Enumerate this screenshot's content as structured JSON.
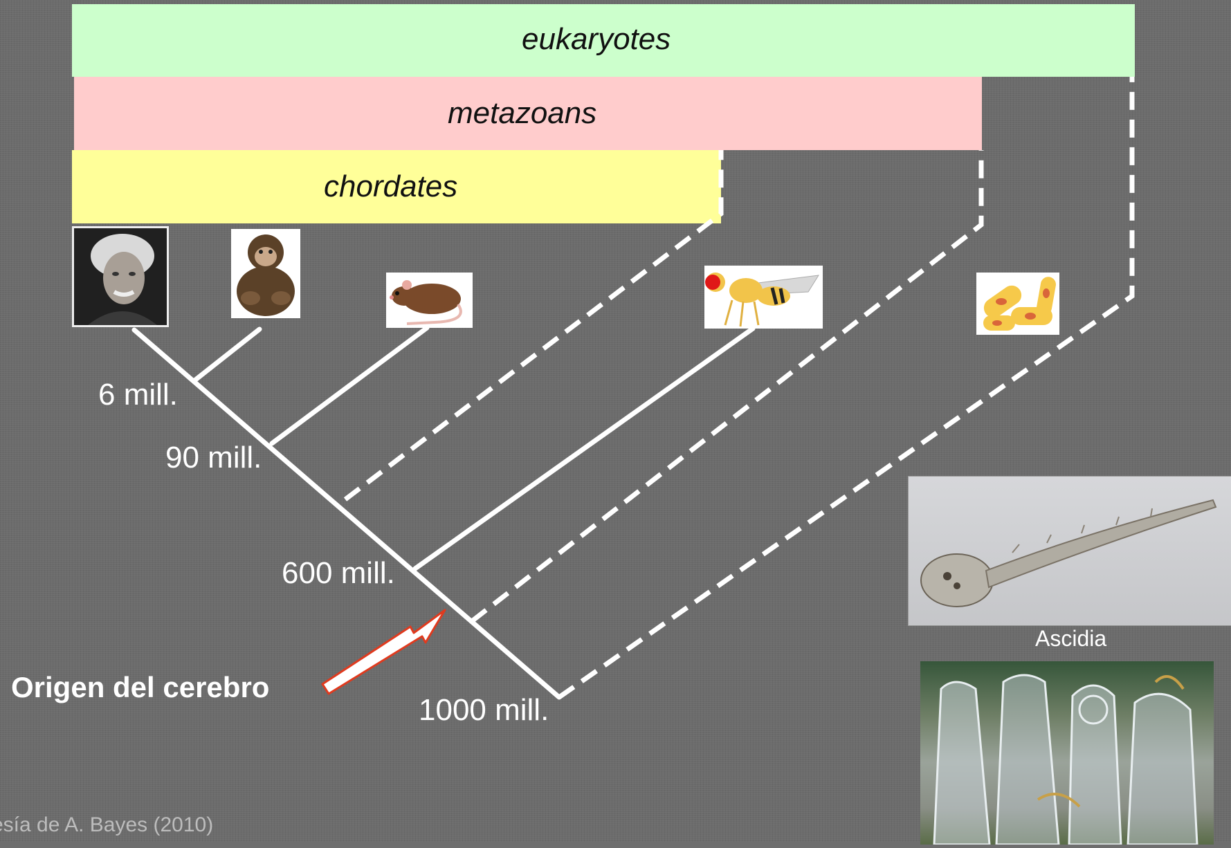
{
  "bands": {
    "eukaryotes": "eukaryotes",
    "metazoans": "metazoans",
    "chordates": "chordates"
  },
  "times": {
    "t6": "6 mill.",
    "t90": "90 mill.",
    "t600": "600 mill.",
    "t1000": "1000 mill."
  },
  "origin_label": "Origen del cerebro",
  "ascidia_label": "Ascidia",
  "credit": "esía de A. Bayes (2010)",
  "colors": {
    "eukaryotes": "#ccffcc",
    "metazoans": "#ffcccc",
    "chordates": "#ffff99",
    "arrow": "#e03a1e"
  },
  "icons": [
    "einstein-portrait",
    "chimpanzee-icon",
    "mouse-icon",
    "fruit-fly-icon",
    "yeast-cells-icon"
  ]
}
